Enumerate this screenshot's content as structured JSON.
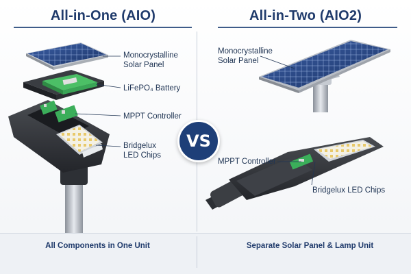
{
  "left": {
    "title": "All-in-One (AIO)",
    "labels": {
      "solar_panel_line1": "Monocrystalline",
      "solar_panel_line2": "Solar Panel",
      "battery": "LiFePO₄ Battery",
      "controller": "MPPT Controller",
      "chips_line1": "Bridgelux",
      "chips_line2": "LED Chips"
    },
    "footer": "All Components in One Unit"
  },
  "center": {
    "vs": "VS"
  },
  "right": {
    "title": "All-in-Two (AIO2)",
    "labels": {
      "solar_panel_line1": "Monocrystalline",
      "solar_panel_line2": "Solar Panel",
      "controller": "MPPT Controller",
      "chips": "Bridgelux LED Chips"
    },
    "footer": "Separate Solar Panel & Lamp Unit"
  },
  "colors": {
    "accent": "#1e3f78",
    "title": "#1f3a6b",
    "panel": "#2b4d8f",
    "pcb": "#3bae5a"
  }
}
